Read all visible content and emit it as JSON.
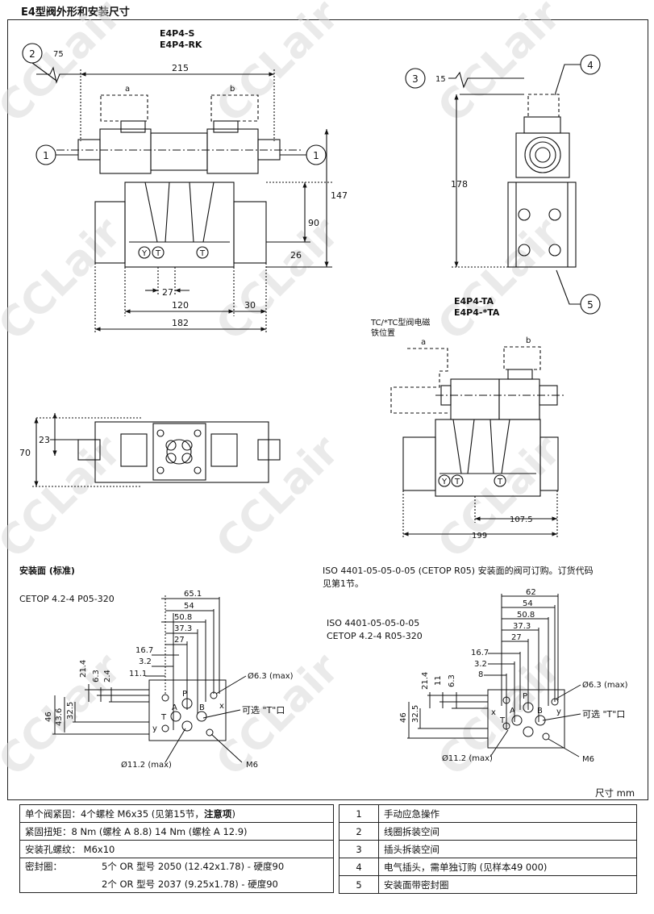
{
  "title": "E4型阀外形和安装尺寸",
  "unit": "尺寸    mm",
  "models": {
    "front_1": "E4P4-S",
    "front_2": "E4P4-RK",
    "ta_1": "E4P4-TA",
    "ta_2": "E4P4-*TA",
    "tc_note_1": "TC/*TC型阀电磁",
    "tc_note_2": "铁位置"
  },
  "front_view": {
    "callout_2": "2",
    "dim_75": "75",
    "dim_215": "215",
    "sol_a": "a",
    "sol_b": "b",
    "callout_1_left": "1",
    "callout_1_right": "1",
    "dim_147": "147",
    "dim_90": "90",
    "dim_26": "26",
    "port_y": "Y",
    "port_t1": "T",
    "port_t2": "T",
    "dim_27": "27",
    "dim_120": "120",
    "dim_30": "30",
    "dim_182": "182"
  },
  "side_view": {
    "callout_3": "3",
    "dim_15": "15",
    "callout_4": "4",
    "dim_178": "178",
    "callout_5": "5"
  },
  "top_view": {
    "dim_23": "23",
    "dim_70": "70"
  },
  "ta_view": {
    "sol_a": "a",
    "sol_b": "b",
    "port_y": "Y",
    "port_t1": "T",
    "port_t2": "T",
    "dim_1075": "107.5",
    "dim_199": "199"
  },
  "mount_left": {
    "heading": "安装面 (标准)",
    "standard": "CETOP 4.2-4 P05-320",
    "top_dims": [
      "65.1",
      "54",
      "50.8",
      "37.3",
      "27",
      "16.7",
      "3.2",
      "11.1"
    ],
    "vert_dims": [
      "21.4",
      "6.3",
      "2.4"
    ],
    "left_dims": [
      "46",
      "43.6",
      "32.5"
    ],
    "port_labels": [
      "P",
      "A",
      "B",
      "T",
      "x",
      "y"
    ],
    "hole_dia": "Ø6.3 (max)",
    "t_option": "可选 \"T\"口",
    "port_dia": "Ø11.2 (max)",
    "thread": "M6"
  },
  "mount_right": {
    "note_1": "ISO 4401-05-05-0-05 (CETOP R05) 安装面的阀可订购。订货代码",
    "note_2": "见第1节。",
    "std_1": "ISO 4401-05-05-0-05",
    "std_2": "CETOP 4.2-4 R05-320",
    "top_dims": [
      "62",
      "54",
      "50.8",
      "37.3",
      "27",
      "16.7",
      "3.2",
      "8"
    ],
    "vert_dims": [
      "21.4",
      "11",
      "6.3"
    ],
    "left_dims": [
      "46",
      "32.5"
    ],
    "port_labels": [
      "P",
      "A",
      "B",
      "T",
      "x",
      "y"
    ],
    "hole_dia": "Ø6.3 (max)",
    "t_option": "可选 \"T\"口",
    "port_dia": "Ø11.2 (max)",
    "thread": "M6"
  },
  "spec_table": {
    "row1": "单个阀紧固：4个螺栓 M6x35 (见第15节，",
    "row1_bold": "注意项",
    "row1_end": ")",
    "row2": "紧固扭矩：8 Nm (螺栓 A 8.8)   14 Nm (螺栓 A 12.9)",
    "row3_label": "安装孔螺纹：",
    "row3_value": "M6x10",
    "row4_label": "密封圈：",
    "row4_value_1": "5个 OR 型号 2050 (12.42x1.78) - 硬度90",
    "row4_value_2": "2个 OR 型号 2037 (9.25x1.78) - 硬度90"
  },
  "legend": [
    {
      "num": "1",
      "text": "手动应急操作"
    },
    {
      "num": "2",
      "text": "线圈拆装空间"
    },
    {
      "num": "3",
      "text": "插头拆装空间"
    },
    {
      "num": "4",
      "text": "电气插头，需单独订购 (见样本49 000)"
    },
    {
      "num": "5",
      "text": "安装面带密封圈"
    }
  ],
  "watermark": "CCLair"
}
